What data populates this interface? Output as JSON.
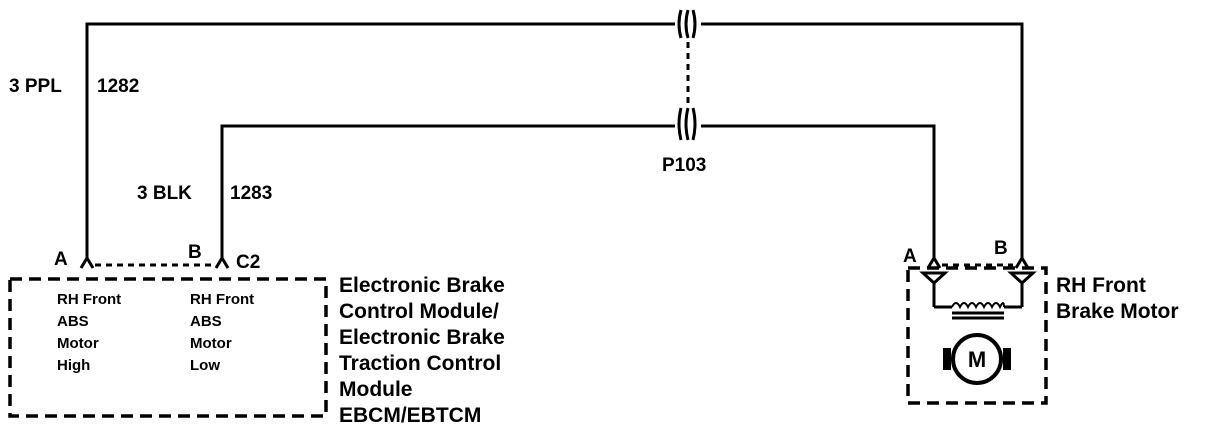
{
  "wires": [
    {
      "color_label": "3 PPL",
      "circuit": "1282"
    },
    {
      "color_label": "3 BLK",
      "circuit": "1283"
    }
  ],
  "connector_label": "P103",
  "ebcm": {
    "pin_a": "A",
    "pin_b": "B",
    "connector": "C2",
    "pin_a_desc": [
      "RH Front",
      "ABS",
      "Motor",
      "High"
    ],
    "pin_b_desc": [
      "RH Front",
      "ABS",
      "Motor",
      "Low"
    ],
    "name_lines": [
      "Electronic Brake",
      "Control Module/",
      "Electronic Brake",
      "Traction Control",
      "Module",
      "EBCM/EBTCM"
    ]
  },
  "motor": {
    "pin_a": "A",
    "pin_b": "B",
    "symbol": "M",
    "name_lines": [
      "RH Front",
      "Brake Motor"
    ]
  }
}
